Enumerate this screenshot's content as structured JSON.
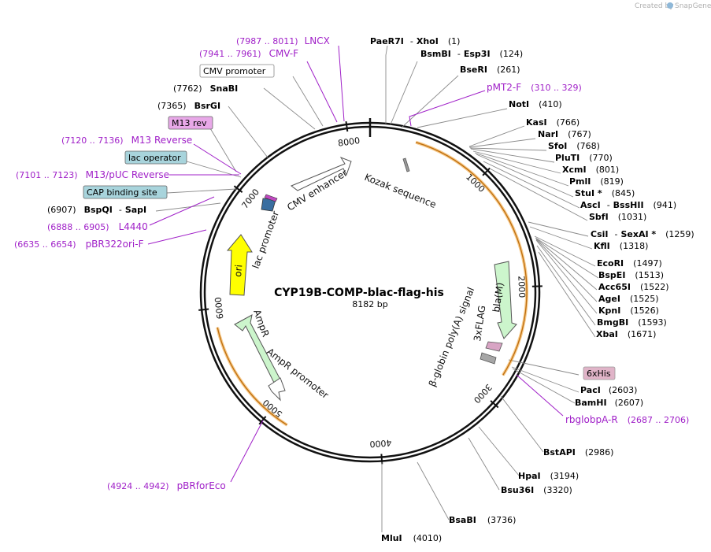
{
  "credit": {
    "prefix": "Created by",
    "brand": "SnapGene"
  },
  "plasmid": {
    "name": "CYP19B-COMP-blac-flag-his",
    "length": "8182 bp"
  },
  "ticks": [
    "1000",
    "2000",
    "3000",
    "4000",
    "5000",
    "6000",
    "7000",
    "8000"
  ],
  "features": {
    "cmv_enhancer": "CMV enhancer",
    "kozak": "Kozak sequence",
    "lac_promoter": "lac promoter",
    "ori": "ori",
    "ampr": "AmpR",
    "ampr_promoter": "AmpR promoter",
    "bla": "bla(M)",
    "flag": "3xFLAG",
    "polya": "β-globin poly(A) signal"
  },
  "right_sites": [
    {
      "name": "PaeR7I",
      "sep": "-",
      "name2": "XhoI",
      "coord": "(1)"
    },
    {
      "name": "BsmBI",
      "sep": "-",
      "name2": "Esp3I",
      "coord": "(124)"
    },
    {
      "name": "BseRI",
      "coord": "(261)"
    },
    {
      "primer": "pMT2-F",
      "coord": "(310 .. 329)"
    },
    {
      "name": "NotI",
      "coord": "(410)"
    },
    {
      "name": "KasI",
      "coord": "(766)"
    },
    {
      "name": "NarI",
      "coord": "(767)"
    },
    {
      "name": "SfoI",
      "coord": "(768)"
    },
    {
      "name": "PluTI",
      "coord": "(770)"
    },
    {
      "name": "XcmI",
      "coord": "(801)"
    },
    {
      "name": "PmlI",
      "coord": "(819)"
    },
    {
      "name": "StuI *",
      "coord": "(845)"
    },
    {
      "name": "AscI",
      "sep": "-",
      "name2": "BssHII",
      "coord": "(941)"
    },
    {
      "name": "SbfI",
      "coord": "(1031)"
    },
    {
      "name": "CsiI",
      "sep": "-",
      "name2": "SexAI *",
      "coord": "(1259)"
    },
    {
      "name": "KflI",
      "coord": "(1318)"
    },
    {
      "name": "EcoRI",
      "coord": "(1497)"
    },
    {
      "name": "BspEI",
      "coord": "(1513)"
    },
    {
      "name": "Acc65I",
      "coord": "(1522)"
    },
    {
      "name": "AgeI",
      "coord": "(1525)"
    },
    {
      "name": "KpnI",
      "coord": "(1526)"
    },
    {
      "name": "BmgBI",
      "coord": "(1593)"
    },
    {
      "name": "XbaI",
      "coord": "(1671)"
    }
  ],
  "lower_right": {
    "his_box": "6xHis",
    "paci": {
      "name": "PacI",
      "coord": "(2603)"
    },
    "bamhi": {
      "name": "BamHI",
      "coord": "(2607)"
    },
    "rbglob": {
      "primer": "rbglobpA-R",
      "coord": "(2687 .. 2706)"
    },
    "bstapi": {
      "name": "BstAPI",
      "coord": "(2986)"
    },
    "hpai": {
      "name": "HpaI",
      "coord": "(3194)"
    },
    "bsu36i": {
      "name": "Bsu36I",
      "coord": "(3320)"
    },
    "bsabi": {
      "name": "BsaBI",
      "coord": "(3736)"
    },
    "mlui": {
      "name": "MluI",
      "coord": "(4010)"
    }
  },
  "left": {
    "lncx": {
      "coord": "(7987 .. 8011)",
      "primer": "LNCX"
    },
    "cmvf": {
      "coord": "(7941 .. 7961)",
      "primer": "CMV-F"
    },
    "cmv_promoter_box": "CMV promoter",
    "snabi": {
      "coord": "(7762)",
      "name": "SnaBI"
    },
    "bsrgi": {
      "coord": "(7365)",
      "name": "BsrGI"
    },
    "m13rev_box": "M13 rev",
    "m13reverse": {
      "coord": "(7120 .. 7136)",
      "primer": "M13 Reverse"
    },
    "lac_operator_box": "lac operator",
    "m13puc": {
      "coord": "(7101 .. 7123)",
      "primer": "M13/pUC Reverse"
    },
    "cap_box": "CAP binding site",
    "bspqi": {
      "coord": "(6907)",
      "name": "BspQI",
      "sep": "-",
      "name2": "SapI"
    },
    "l4440": {
      "coord": "(6888 .. 6905)",
      "primer": "L4440"
    },
    "pbr322": {
      "coord": "(6635 .. 6654)",
      "primer": "pBR322ori-F"
    },
    "pbrfor": {
      "coord": "(4924 .. 4942)",
      "primer": "pBRforEco"
    }
  },
  "colors": {
    "ori": "#ffff00",
    "ampr": "#ccf5cc",
    "bla": "#ccf5cc",
    "orange": "#f0a030",
    "primer": "#a020c8",
    "his_box": "#e0b4c8",
    "m13rev_box": "#e8a8e8",
    "lac_operator_box": "#a8d4dc",
    "cap_box": "#a8d4dc"
  }
}
